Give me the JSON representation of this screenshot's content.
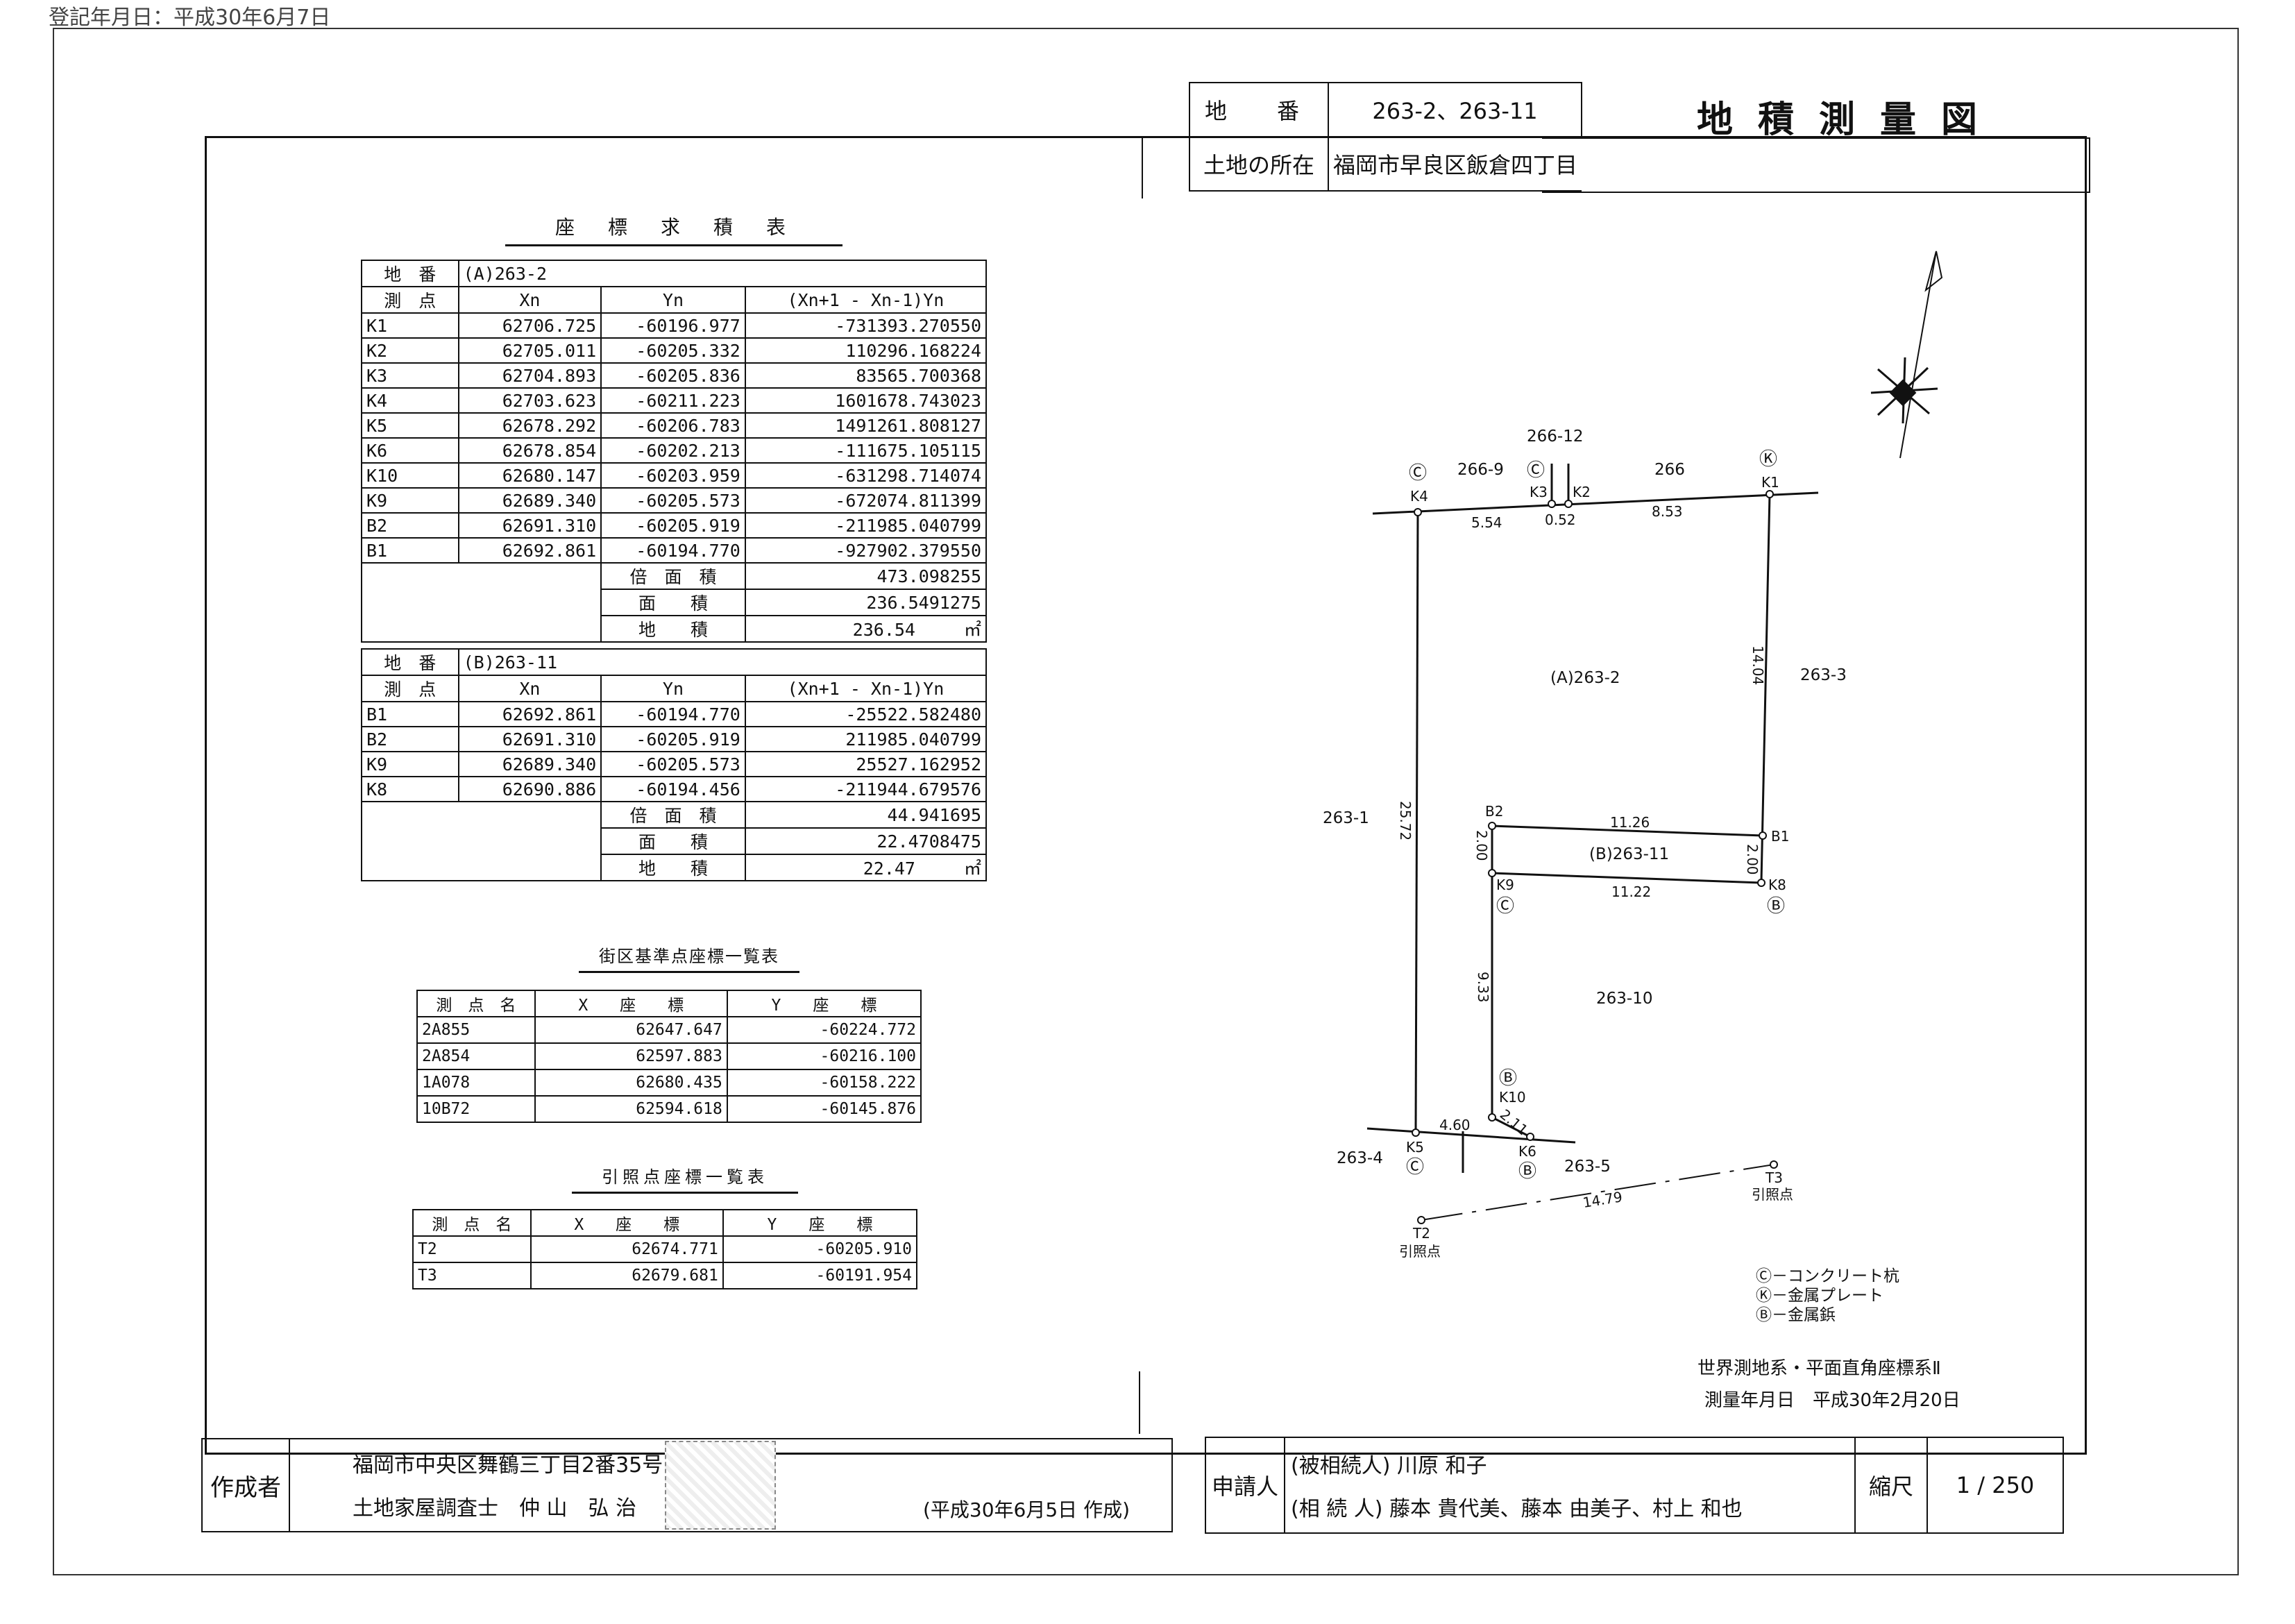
{
  "top_note": "登記年月日：平成30年6月7日",
  "header": {
    "lot_label": "地　番",
    "lot_value": "263-2、263-11",
    "location_label": "土地の所在",
    "location_value": "福岡市早良区飯倉四丁目",
    "title": "地積測量図"
  },
  "table_a": {
    "caption": "座　標　求　積　表",
    "lot_label": "地　番",
    "lot_value": "(A)263-2",
    "columns": [
      "測　点",
      "Xn",
      "Yn",
      "(Xn+1 - Xn-1)Yn"
    ],
    "rows": [
      [
        "K1",
        "62706.725",
        "-60196.977",
        "-731393.270550"
      ],
      [
        "K2",
        "62705.011",
        "-60205.332",
        "110296.168224"
      ],
      [
        "K3",
        "62704.893",
        "-60205.836",
        "83565.700368"
      ],
      [
        "K4",
        "62703.623",
        "-60211.223",
        "1601678.743023"
      ],
      [
        "K5",
        "62678.292",
        "-60206.783",
        "1491261.808127"
      ],
      [
        "K6",
        "62678.854",
        "-60202.213",
        "-111675.105115"
      ],
      [
        "K10",
        "62680.147",
        "-60203.959",
        "-631298.714074"
      ],
      [
        "K9",
        "62689.340",
        "-60205.573",
        "-672074.811399"
      ],
      [
        "B2",
        "62691.310",
        "-60205.919",
        "-211985.040799"
      ],
      [
        "B1",
        "62692.861",
        "-60194.770",
        "-927902.379550"
      ]
    ],
    "double_area_label": "倍　面　積",
    "double_area": "473.098255",
    "area_label": "面　　積",
    "area": "236.5491275",
    "land_area_label": "地　　積",
    "land_area": "236.54",
    "unit": "㎡"
  },
  "table_b": {
    "lot_label": "地　番",
    "lot_value": "(B)263-11",
    "columns": [
      "測　点",
      "Xn",
      "Yn",
      "(Xn+1 - Xn-1)Yn"
    ],
    "rows": [
      [
        "B1",
        "62692.861",
        "-60194.770",
        "-25522.582480"
      ],
      [
        "B2",
        "62691.310",
        "-60205.919",
        "211985.040799"
      ],
      [
        "K9",
        "62689.340",
        "-60205.573",
        "25527.162952"
      ],
      [
        "K8",
        "62690.886",
        "-60194.456",
        "-211944.679576"
      ]
    ],
    "double_area_label": "倍　面　積",
    "double_area": "44.941695",
    "area_label": "面　　積",
    "area": "22.4708475",
    "land_area_label": "地　　積",
    "land_area": "22.47",
    "unit": "㎡"
  },
  "table_c": {
    "caption": "街区基準点座標一覧表",
    "columns": [
      "測　点　名",
      "X　　座　　標",
      "Y　　座　　標"
    ],
    "rows": [
      [
        "2A855",
        "62647.647",
        "-60224.772"
      ],
      [
        "2A854",
        "62597.883",
        "-60216.100"
      ],
      [
        "1A078",
        "62680.435",
        "-60158.222"
      ],
      [
        "10B72",
        "62594.618",
        "-60145.876"
      ]
    ]
  },
  "table_d": {
    "caption": "引照点座標一覧表",
    "columns": [
      "測　点　名",
      "X　　座　　標",
      "Y　　座　　標"
    ],
    "rows": [
      [
        "T2",
        "62674.771",
        "-60205.910"
      ],
      [
        "T3",
        "62679.681",
        "-60191.954"
      ]
    ]
  },
  "plan": {
    "labels": {
      "n26612": "266-12",
      "n2669": "266-9",
      "n266": "266",
      "K1": "K1",
      "K2": "K2",
      "K3": "K3",
      "K4": "K4",
      "K5": "K5",
      "K6": "K6",
      "K8": "K8",
      "K9": "K9",
      "K10": "K10",
      "B1": "B1",
      "B2": "B2",
      "T2": "T2",
      "T3": "T3",
      "d554": "5.54",
      "d052": "0.52",
      "d853": "8.53",
      "d1404": "14.04",
      "d2572": "25.72",
      "d1126": "11.26",
      "d1122": "11.22",
      "d200a": "2.00",
      "d200b": "2.00",
      "d933": "9.33",
      "d460": "4.60",
      "d211": "2.11",
      "d1479": "14.79",
      "lotA": "(A)263-2",
      "lotB": "(B)263-11",
      "n2633": "263-3",
      "n2631": "263-1",
      "n26310": "263-10",
      "n2634": "263-4",
      "n2635": "263-5",
      "ref1": "引照点",
      "ref2": "引照点",
      "markC": "Ⓒ",
      "markK": "Ⓚ",
      "markB": "Ⓑ"
    },
    "legend": [
      "Ⓒ－コンクリート杭",
      "Ⓚ－金属プレート",
      "Ⓑ－金属鋲"
    ],
    "system": "世界測地系・平面直角座標系Ⅱ",
    "survey_date": "測量年月日　平成30年2月20日"
  },
  "footer": {
    "author_label": "作成者",
    "author_address": "福岡市中央区舞鶴三丁目2番35号",
    "author_name": "土地家屋調査士　仲 山　弘 治",
    "created": "(平成30年6月5日 作成)",
    "applicant_label": "申請人",
    "applicant_1": "(被相続人) 川原 和子",
    "applicant_2": "(相 続 人) 藤本 貴代美、藤本 由美子、村上 和也",
    "scale_label": "縮尺",
    "scale": "1 / 250"
  }
}
